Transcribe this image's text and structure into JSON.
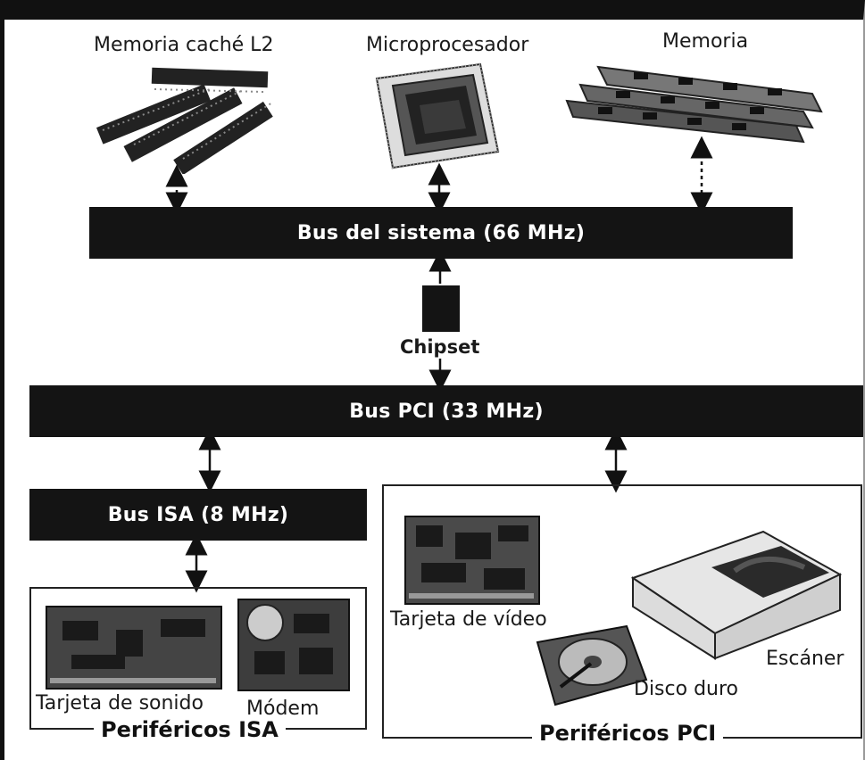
{
  "top_components": {
    "cache_label": "Memoria caché L2",
    "cpu_label": "Microprocesador",
    "memory_label": "Memoria"
  },
  "buses": {
    "system": "Bus del sistema (66 MHz)",
    "chipset": "Chipset",
    "pci": "Bus PCI (33 MHz)",
    "isa": "Bus ISA (8 MHz)"
  },
  "isa_peripherals": {
    "sound_label": "Tarjeta de sonido",
    "modem_label": "Módem",
    "caption": "Periféricos ISA"
  },
  "pci_peripherals": {
    "video_label": "Tarjeta de vídeo",
    "disk_label": "Disco duro",
    "scanner_label": "Escáner",
    "caption": "Periféricos PCI"
  }
}
